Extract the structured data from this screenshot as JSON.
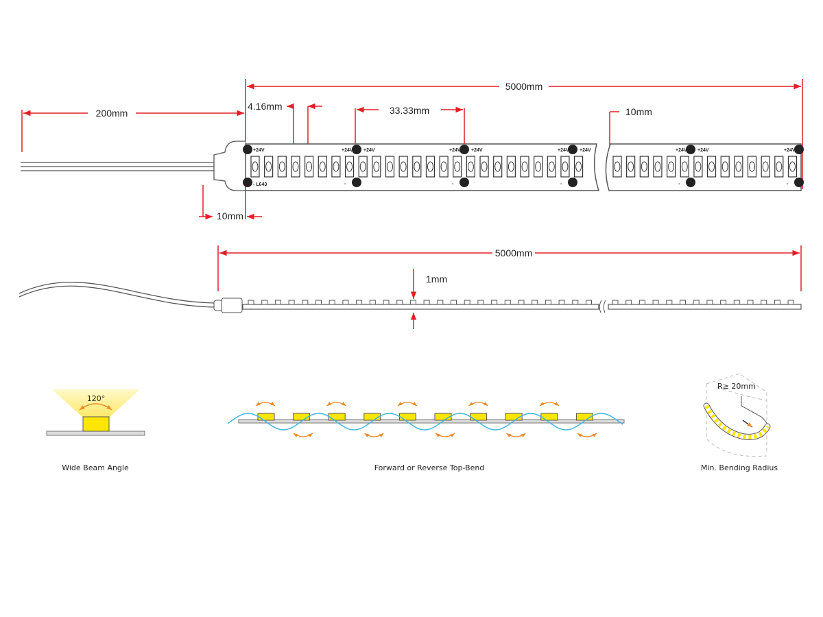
{
  "colors": {
    "dimension": "#e41e26",
    "led": "#ffe600",
    "wave": "#3fb5e6",
    "arrow": "#f08a24",
    "strip": "#555555"
  },
  "top_view": {
    "total_length": "5000mm",
    "wire_length": "200mm",
    "led_pitch": "4.16mm",
    "cut_pitch": "33.33mm",
    "end_margin": "10mm",
    "connector_length": "10mm",
    "pad_positive": "+24V",
    "pad_negative": "-",
    "pcb_code": "- L643"
  },
  "side_view": {
    "total_length": "5000mm",
    "thickness": "1mm"
  },
  "features": [
    {
      "caption": "Wide Beam Angle",
      "angle": "120°"
    },
    {
      "caption": "Forward or Reverse Top-Bend"
    },
    {
      "caption": "Min. Bending Radius",
      "radius": "R≥  20mm"
    }
  ]
}
